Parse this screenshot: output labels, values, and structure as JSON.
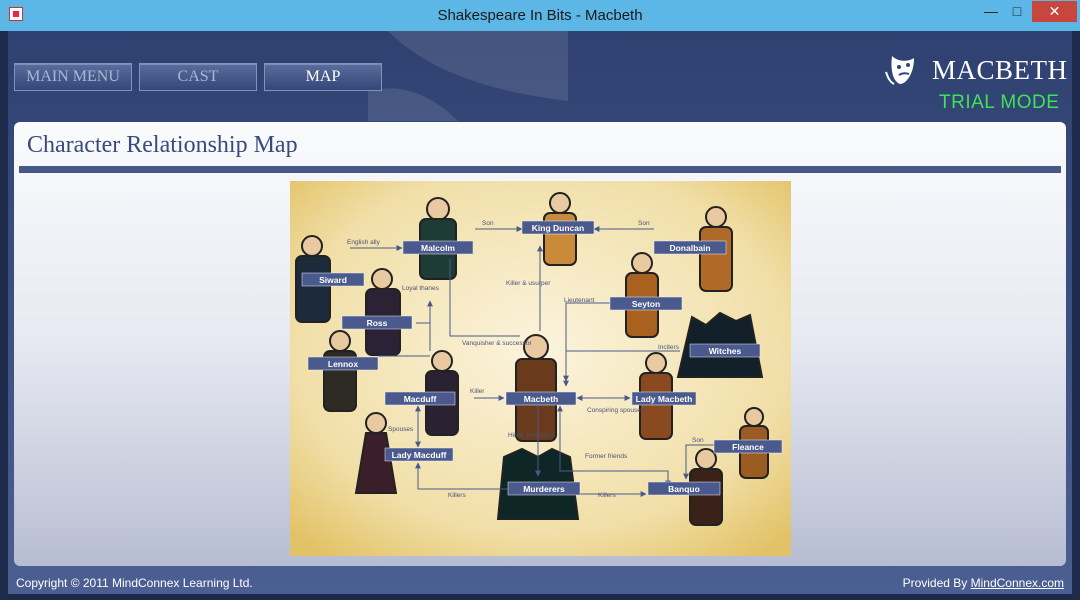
{
  "window": {
    "title": "Shakespeare In Bits - Macbeth",
    "minimize_glyph": "—",
    "maximize_glyph": "□",
    "close_glyph": "✕"
  },
  "nav": {
    "main_menu": "MAIN MENU",
    "cast": "CAST",
    "map": "MAP"
  },
  "brand": {
    "title": "MACBETH",
    "mode": "TRIAL MODE",
    "mode_color": "#3ee35a"
  },
  "page": {
    "title": "Character Relationship Map"
  },
  "map": {
    "characters": [
      {
        "key": "king_duncan",
        "label": "King Duncan",
        "color": "#c98b3a"
      },
      {
        "key": "malcolm",
        "label": "Malcolm",
        "color": "#1f3b36"
      },
      {
        "key": "donalbain",
        "label": "Donalbain",
        "color": "#b06a28"
      },
      {
        "key": "siward",
        "label": "Siward",
        "color": "#1d2a3b"
      },
      {
        "key": "seyton",
        "label": "Seyton",
        "color": "#a8611e"
      },
      {
        "key": "ross",
        "label": "Ross",
        "color": "#2c2236"
      },
      {
        "key": "witches",
        "label": "Witches",
        "color": "#122029"
      },
      {
        "key": "lennox",
        "label": "Lennox",
        "color": "#2e2a24"
      },
      {
        "key": "macduff",
        "label": "Macduff",
        "color": "#2a2230"
      },
      {
        "key": "macbeth",
        "label": "Macbeth",
        "color": "#6a3a1c"
      },
      {
        "key": "lady_macbeth",
        "label": "Lady Macbeth",
        "color": "#8a4a20"
      },
      {
        "key": "fleance",
        "label": "Fleance",
        "color": "#9a5c22"
      },
      {
        "key": "lady_macduff",
        "label": "Lady Macduff",
        "color": "#3a1f2a"
      },
      {
        "key": "murderers",
        "label": "Murderers",
        "color": "#0f2626"
      },
      {
        "key": "banquo",
        "label": "Banquo",
        "color": "#3b2218"
      }
    ],
    "relations": {
      "son_malcolm": "Son",
      "son_donalbain": "Son",
      "english_ally": "English ally",
      "loyal_thanes": "Loyal thanes",
      "killer_usurper": "Killer & usurper",
      "lieutenant": "Lieutenant",
      "inciters": "Inciters",
      "vanquisher": "Vanquisher & successor",
      "killer": "Killer",
      "conspiring": "Conspiring spouses",
      "spouses": "Spouses",
      "hired_assassins": "Hired assassins",
      "former_friends": "Former friends",
      "son_fleance": "Son",
      "killers_left": "Killers",
      "killers_right": "Killers"
    }
  },
  "footer": {
    "copyright": "Copyright © 2011 MindConnex Learning Ltd.",
    "provided_by": "Provided By",
    "provider_link": "MindConnex.com"
  }
}
